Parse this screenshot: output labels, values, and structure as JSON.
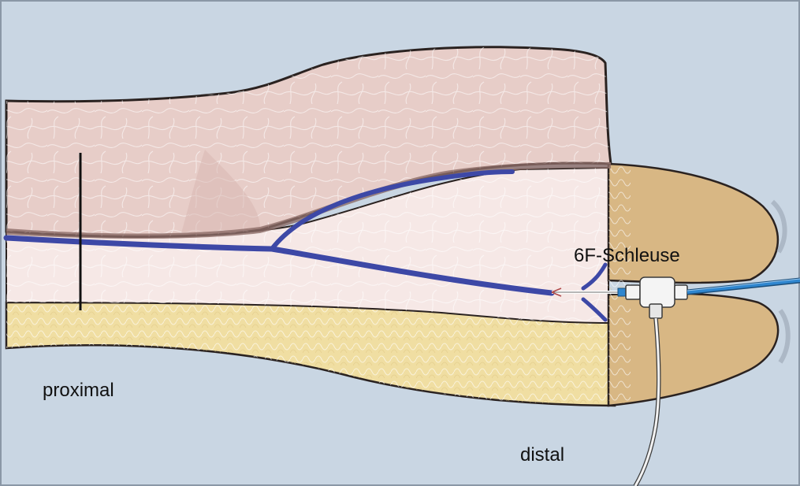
{
  "labels": {
    "proximal": "proximal",
    "distal": "distal",
    "sheath": "6F-Schleuse"
  },
  "colors": {
    "background": "#c9d6e3",
    "upper_tissue": "#e7cdc8",
    "lumen": "#f6e8e6",
    "lower_tissue": "#f0dea2",
    "tip": "#d8b784",
    "vessel": "#3d48a6",
    "catheter": "#2f86cf",
    "outline": "#2a2220"
  }
}
